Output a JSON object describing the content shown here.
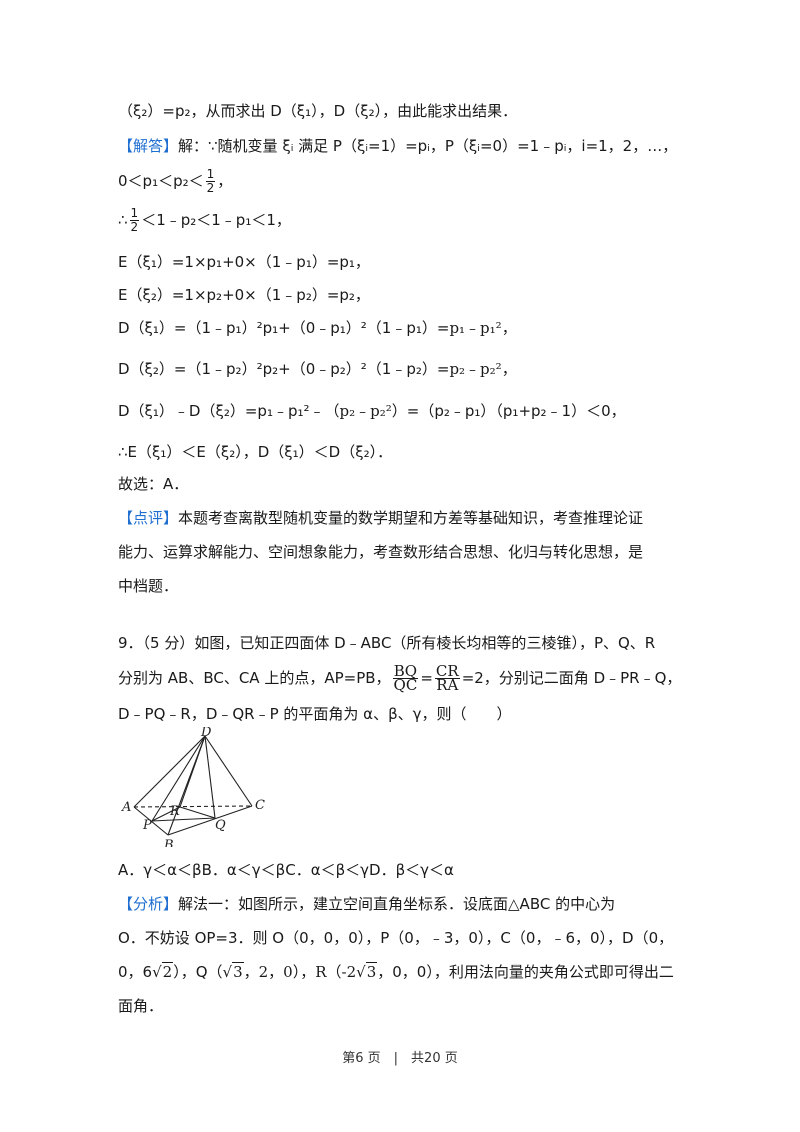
{
  "lines": {
    "l1": "（ξ₂）=p₂，从而求出 D（ξ₁），D（ξ₂），由此能求出结果．",
    "l2_tag": "【解答】",
    "l2": "解：∵随机变量 ξᵢ 满足 P（ξᵢ=1）=pᵢ，P（ξᵢ=0）=1﹣pᵢ，i=1，2，…，",
    "l3_a": "0＜p₁＜p₂＜",
    "l3_frac_num": "1",
    "l3_frac_den": "2",
    "l3_b": "，",
    "l4_a": "∴",
    "l4_frac_num": "1",
    "l4_frac_den": "2",
    "l4_b": "＜1﹣p₂＜1﹣p₁＜1，",
    "l5": "E（ξ₁）=1×p₁+0×（1﹣p₁）=p₁，",
    "l6": "E（ξ₂）=1×p₂+0×（1﹣p₂）=p₂，",
    "l7_a": "D（ξ₁）=（1﹣p₁）²p₁+（0﹣p₁）²（1﹣p₁）=",
    "l7_b": "p₁﹣p₁²",
    "l7_c": "，",
    "l8_a": "D（ξ₂）=（1﹣p₂）²p₂+（0﹣p₂）²（1﹣p₂）=",
    "l8_b": "p₂﹣p₂²",
    "l8_c": "，",
    "l9_a": "D（ξ₁）﹣D（ξ₂）=p₁﹣p₁²﹣（",
    "l9_b": "p₂﹣p₂²",
    "l9_c": "）=（p₂﹣p₁）（p₁+p₂﹣1）＜0，",
    "l10": "∴E（ξ₁）＜E（ξ₂），D（ξ₁）＜D（ξ₂）．",
    "l11": "故选：A．",
    "l12_tag": "【点评】",
    "l12": "本题考查离散型随机变量的数学期望和方差等基础知识，考查推理论证",
    "l13": "能力、运算求解能力、空间想象能力，考查数形结合思想、化归与转化思想，是",
    "l14": "中档题．",
    "q1": "9．（5 分）如图，已知正四面体 D﹣ABC（所有棱长均相等的三棱锥），P、Q、R",
    "q2_a": "分别为 AB、BC、CA 上的点，AP=PB，",
    "q2_f1_num": "BQ",
    "q2_f1_den": "QC",
    "q2_eq": "=",
    "q2_f2_num": "CR",
    "q2_f2_den": "RA",
    "q2_b": "=2，分别记二面角 D﹣PR﹣Q，",
    "q3": "D﹣PQ﹣R，D﹣QR﹣P 的平面角为 α、β、γ，则（　　）",
    "options": "A．γ＜α＜βB．α＜γ＜βC．α＜β＜γD．β＜γ＜α",
    "a1_tag": "【分析】",
    "a1": "解法一：如图所示，建立空间直角坐标系．设底面△ABC 的中心为",
    "a2": "O．不妨设 OP=3．则 O（0，0，0），P（0，﹣3，0），C（0，﹣6，0），D（0，",
    "a3_a": "0，6",
    "a3_r1": "2",
    "a3_b": "），Q（",
    "a3_r2": "3",
    "a3_c": "，2，0），R（-2",
    "a3_r3": "3",
    "a3_d": "，0，0），利用法向量的夹角公式即可得出二",
    "a4": "面角．"
  },
  "figure": {
    "labels": {
      "D": "D",
      "A": "A",
      "C": "C",
      "P": "P",
      "R": "R",
      "Q": "Q",
      "B": "B"
    }
  },
  "footer": "第6 页　|　共20 页"
}
